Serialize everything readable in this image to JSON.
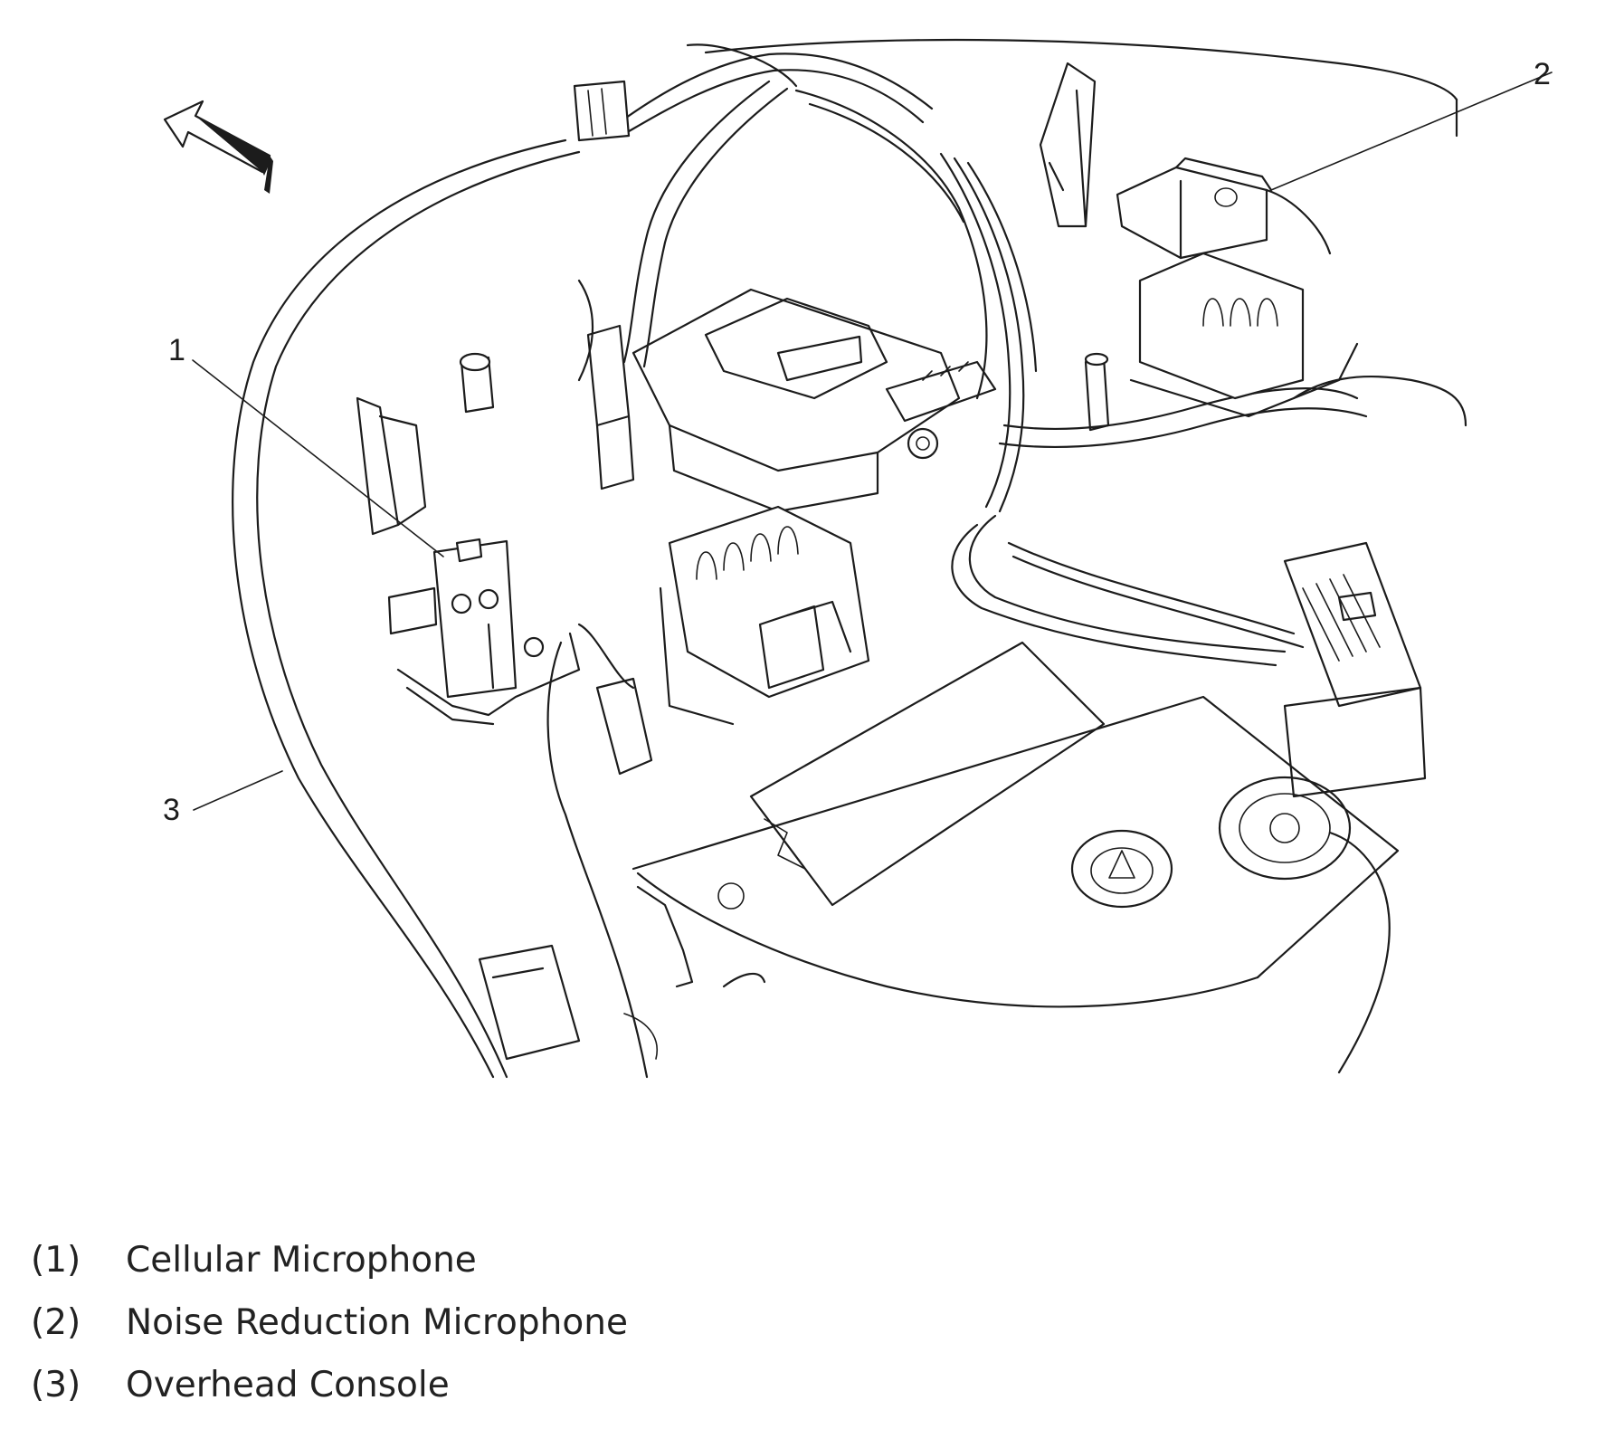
{
  "callouts": [
    {
      "number": "1"
    },
    {
      "number": "2"
    },
    {
      "number": "3"
    }
  ],
  "legend": [
    {
      "number": "(1)",
      "label": "Cellular Microphone"
    },
    {
      "number": "(2)",
      "label": "Noise Reduction Microphone"
    },
    {
      "number": "(3)",
      "label": "Overhead Console"
    }
  ],
  "icons": {
    "direction_arrow": "forward-arrow-icon"
  }
}
